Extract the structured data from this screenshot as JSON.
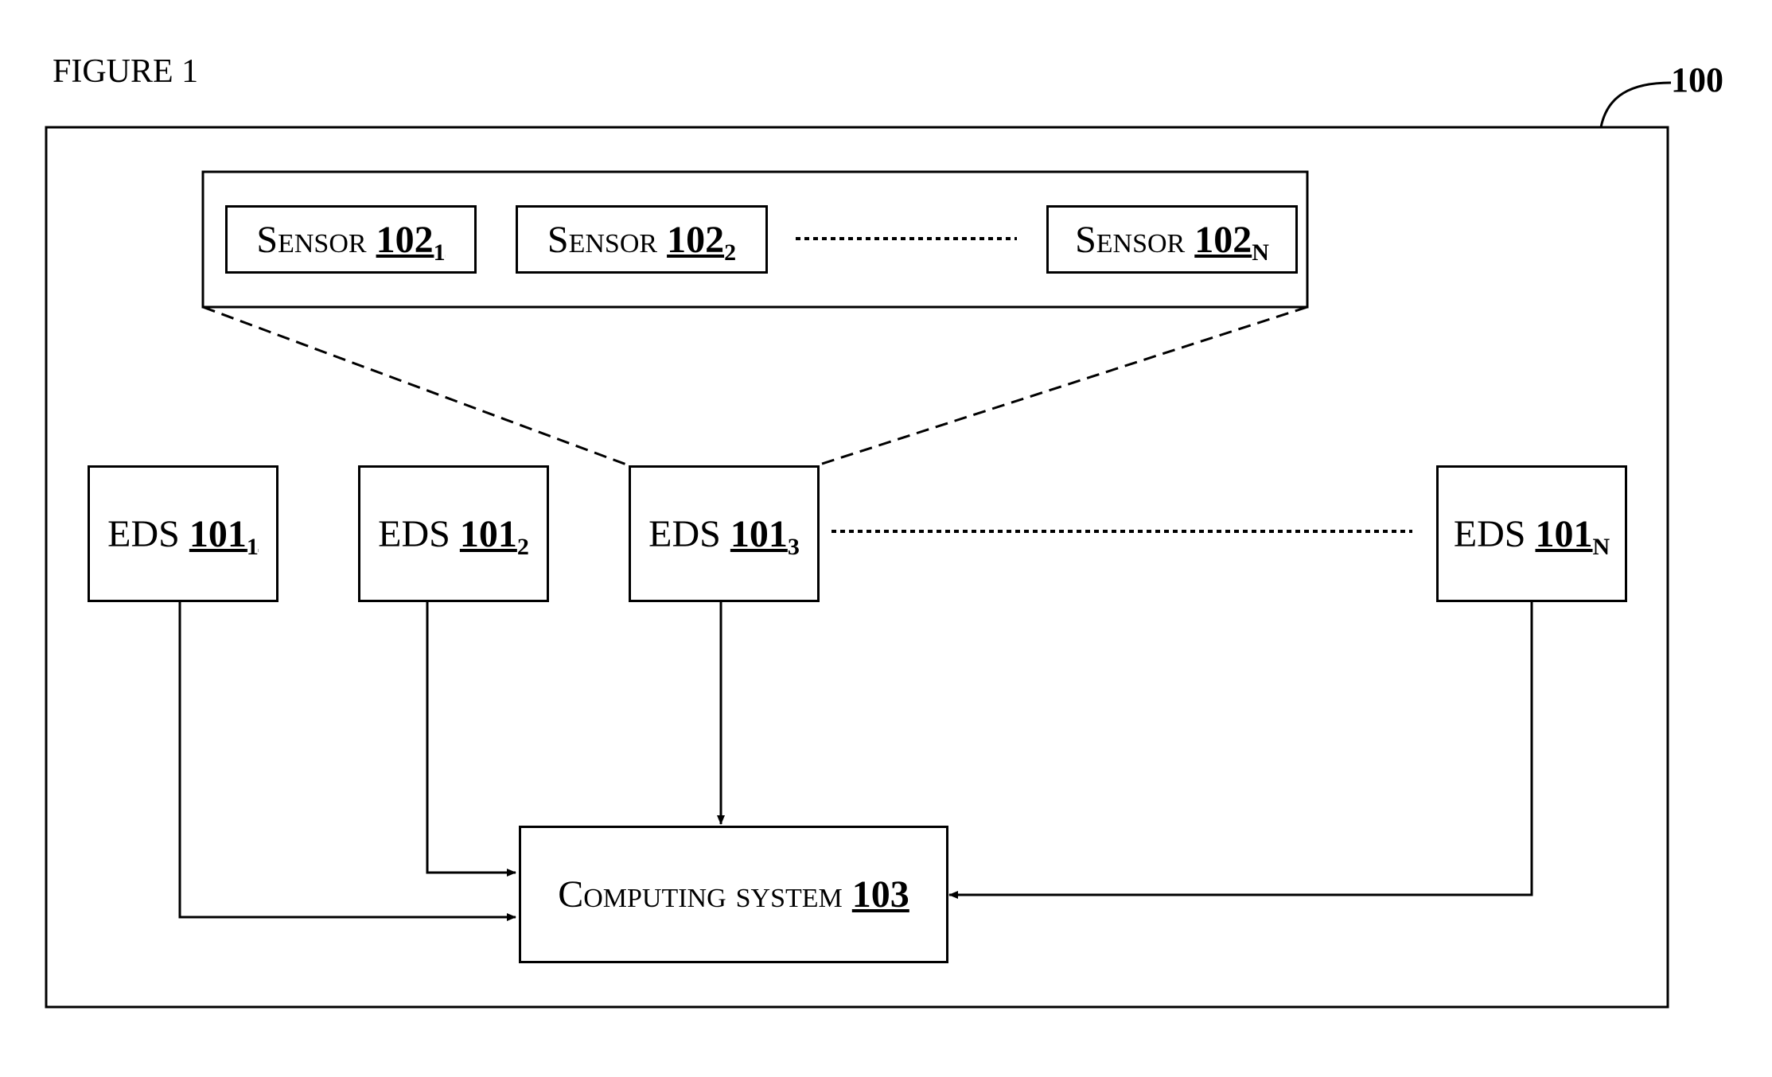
{
  "figure_title": "FIGURE 1",
  "system_ref": "100",
  "sensor_group": {
    "sensors": [
      {
        "label": "Sensor",
        "ref": "102",
        "sub": "1"
      },
      {
        "label": "Sensor",
        "ref": "102",
        "sub": "2"
      },
      {
        "label": "Sensor",
        "ref": "102",
        "sub": "N"
      }
    ]
  },
  "eds_units": [
    {
      "label": "EDS",
      "ref": "101",
      "sub": "1"
    },
    {
      "label": "EDS",
      "ref": "101",
      "sub": "2"
    },
    {
      "label": "EDS",
      "ref": "101",
      "sub": "3"
    },
    {
      "label": "EDS",
      "ref": "101",
      "sub": "N"
    }
  ],
  "computing_system": {
    "label": "Computing system",
    "ref": "103"
  }
}
